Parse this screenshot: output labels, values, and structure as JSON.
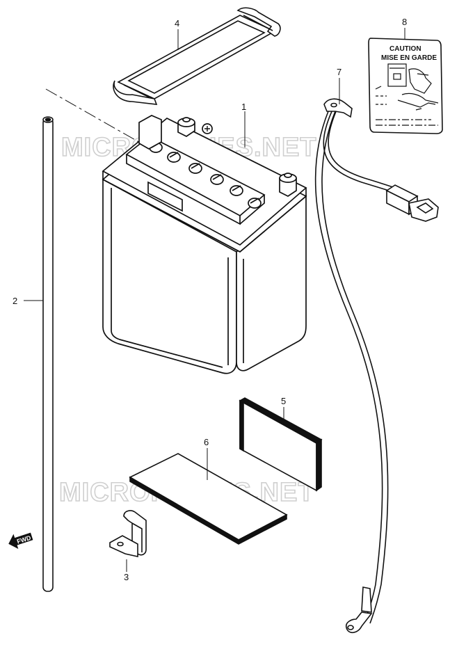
{
  "watermark": "MICROFICHES.NET",
  "callouts": [
    "1",
    "2",
    "3",
    "4",
    "5",
    "6",
    "7",
    "8"
  ],
  "caution_label": {
    "line1": "CAUTION",
    "line2": "MISE EN GARDE"
  },
  "fwd_label": "FWD"
}
